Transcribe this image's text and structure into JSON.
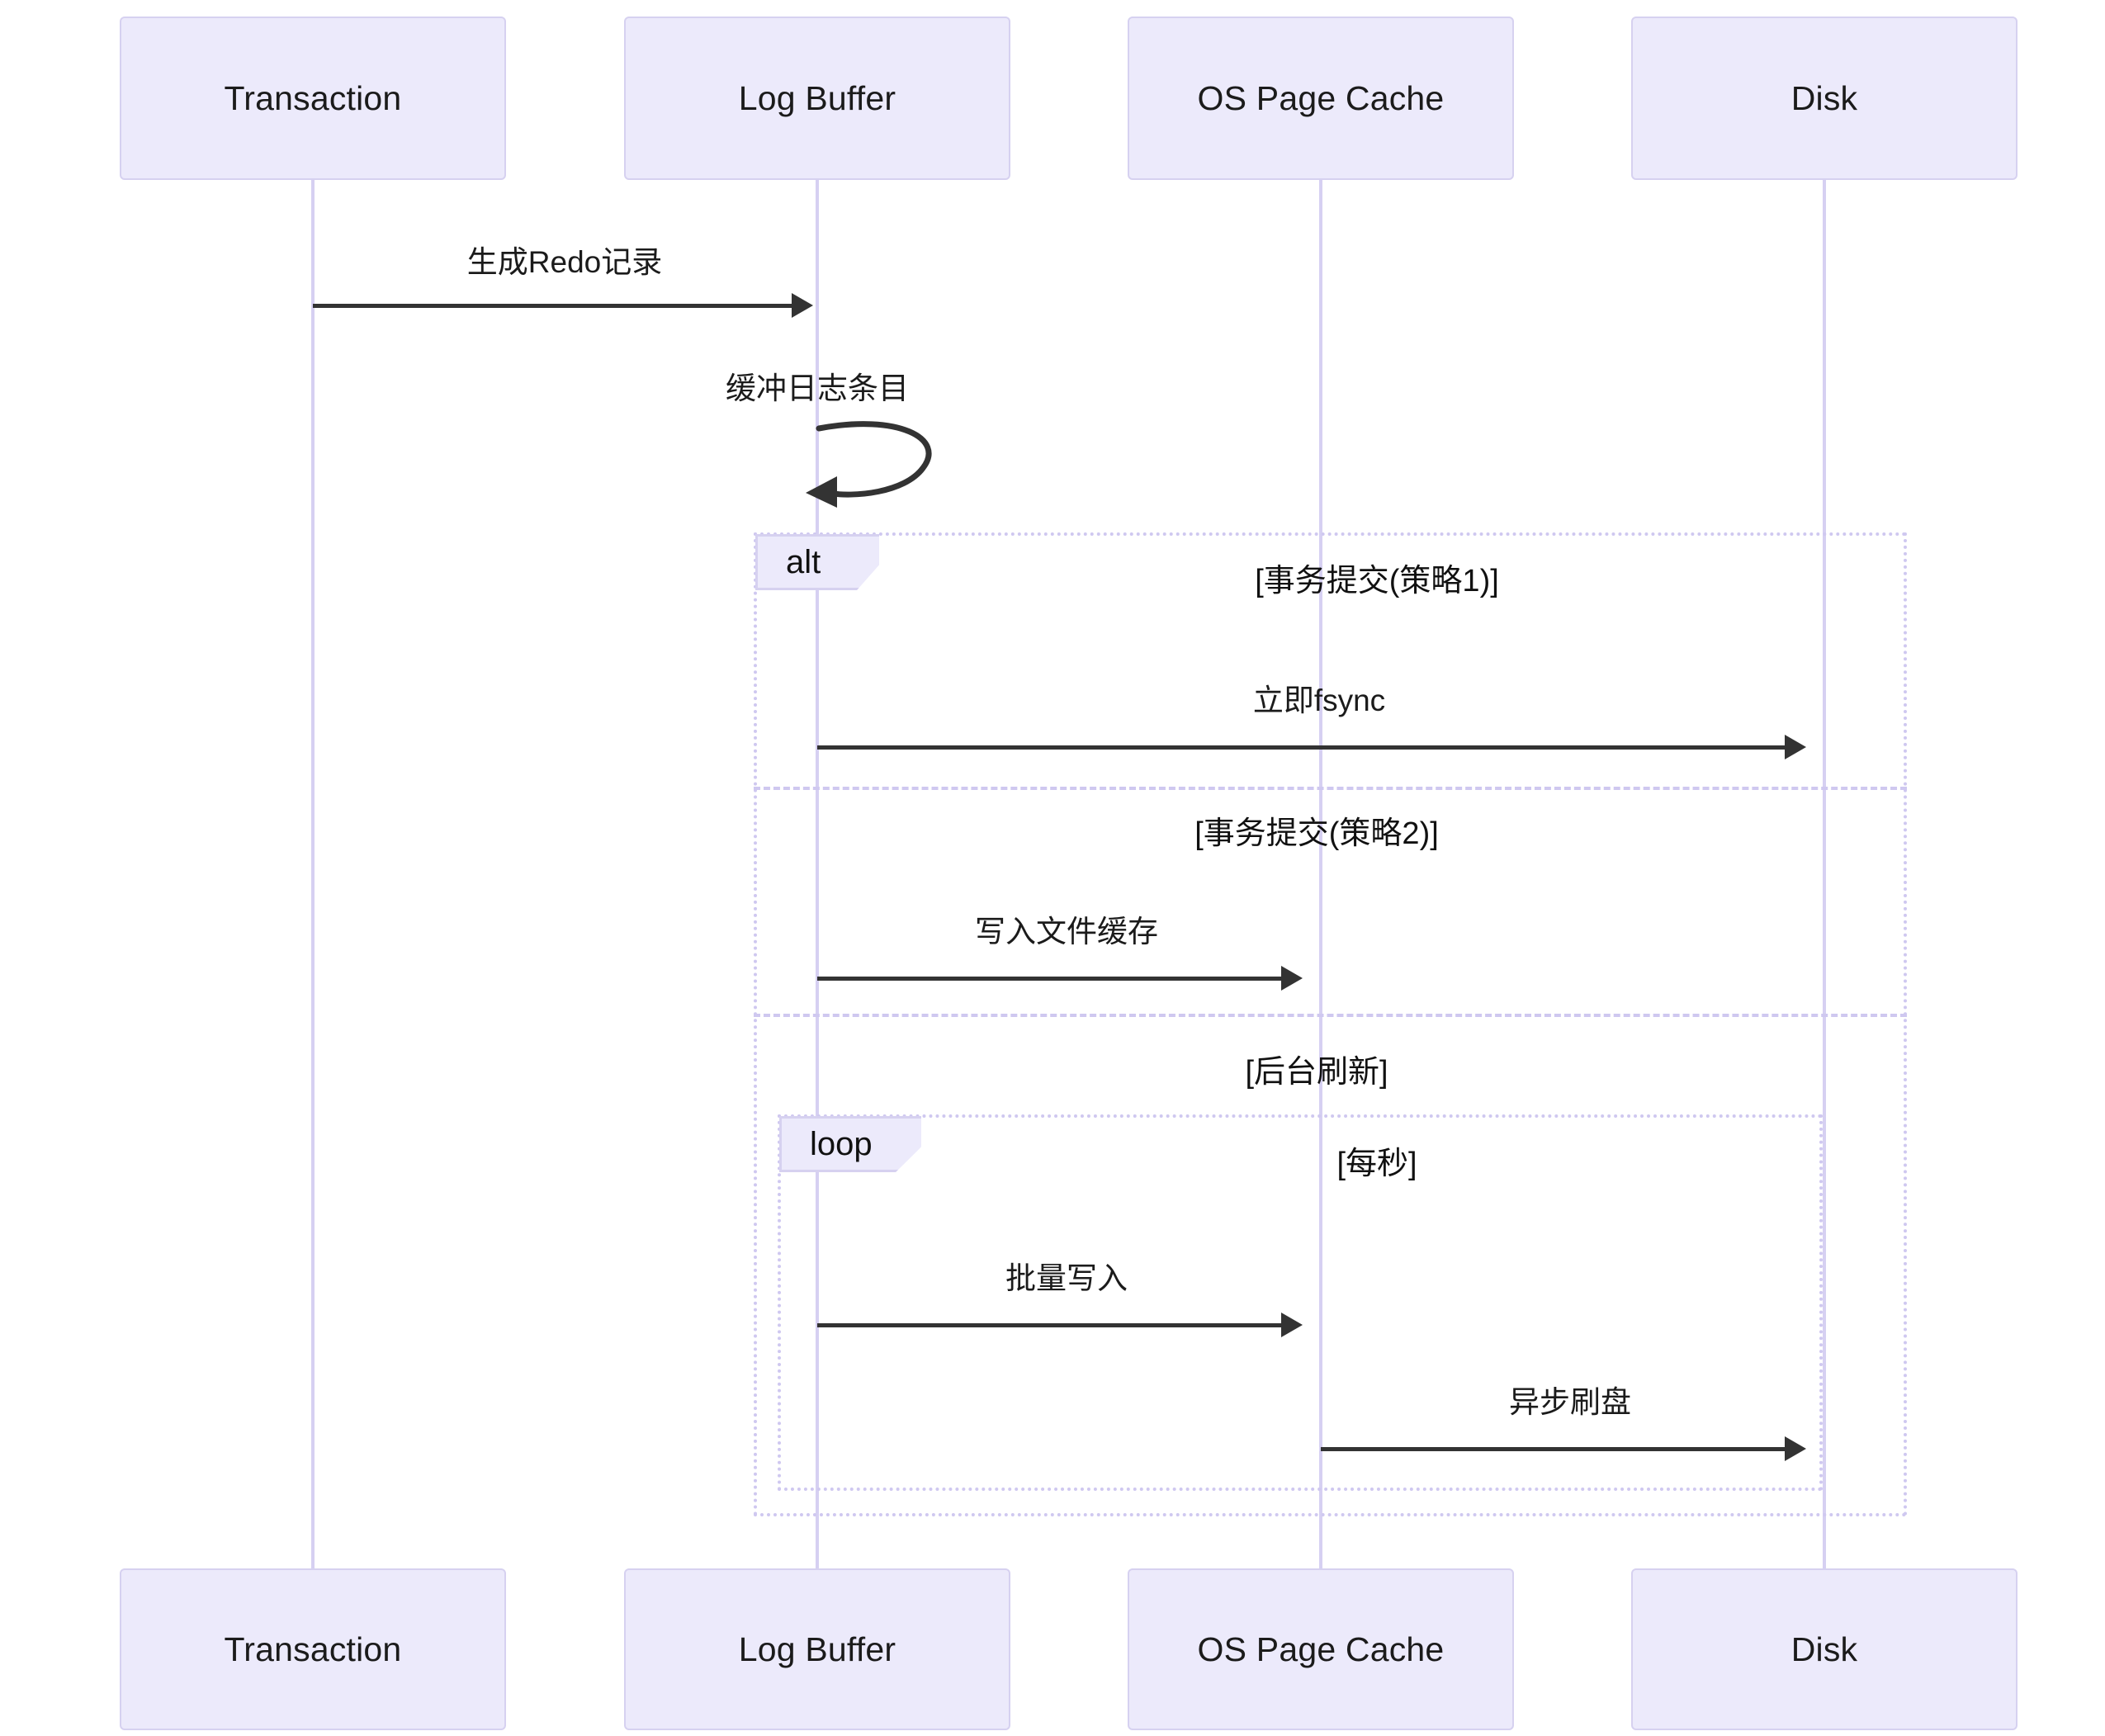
{
  "diagram": {
    "type": "sequence-diagram",
    "colors": {
      "participant_fill": "#ECEAFB",
      "participant_border": "#D6D1F0",
      "lifeline": "#D6D0F2",
      "arrow": "#333333",
      "fragment_border": "#CFC8F0",
      "text": "#1b1b1b",
      "background": "#FFFFFF"
    },
    "participants": [
      {
        "id": "transaction",
        "label": "Transaction"
      },
      {
        "id": "log-buffer",
        "label": "Log Buffer"
      },
      {
        "id": "os-page-cache",
        "label": "OS Page Cache"
      },
      {
        "id": "disk",
        "label": "Disk"
      }
    ],
    "messages": [
      {
        "id": "m1",
        "label": "生成Redo记录",
        "from": "transaction",
        "to": "log-buffer",
        "kind": "sync"
      },
      {
        "id": "m2",
        "label": "缓冲日志条目",
        "from": "log-buffer",
        "to": "log-buffer",
        "kind": "self"
      },
      {
        "id": "m3",
        "label": "立即fsync",
        "from": "log-buffer",
        "to": "disk",
        "kind": "sync"
      },
      {
        "id": "m4",
        "label": "写入文件缓存",
        "from": "log-buffer",
        "to": "os-page-cache",
        "kind": "sync"
      },
      {
        "id": "m5",
        "label": "批量写入",
        "from": "log-buffer",
        "to": "os-page-cache",
        "kind": "sync"
      },
      {
        "id": "m6",
        "label": "异步刷盘",
        "from": "os-page-cache",
        "to": "disk",
        "kind": "sync"
      }
    ],
    "fragments": [
      {
        "id": "alt-fragment",
        "tag": "alt",
        "conditions": [
          "[事务提交(策略1)]",
          "[事务提交(策略2)]",
          "[后台刷新]"
        ]
      },
      {
        "id": "loop-fragment",
        "tag": "loop",
        "conditions": [
          "[每秒]"
        ]
      }
    ]
  }
}
